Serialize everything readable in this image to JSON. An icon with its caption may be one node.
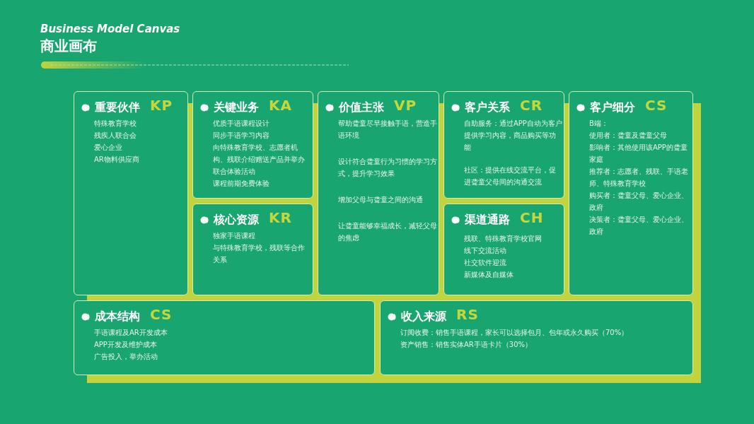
{
  "diagram": {
    "title": "商业画布",
    "labels": [
      "Business Model Canvas"
    ],
    "nodes": [
      {
        "text": [
          "重要伙伴",
          "KP",
          "特殊教育学校",
          "残疾人联合会",
          "爱心企业",
          "AR物料供应商"
        ]
      },
      {
        "text": [
          "关键业务",
          "KA",
          "优质手语课程设计",
          "同步手语学习内容",
          "向特殊教育学校、志愿者机构、残联介绍赠送产品并举办联合体验活动",
          "课程前期免费体验"
        ]
      },
      {
        "text": [
          "核心资源",
          "KR",
          "独家手语课程",
          "与特殊教育学校，残联等合作关系"
        ]
      },
      {
        "text": [
          "价值主张",
          "VP",
          "帮助聋童尽早接触手语，营造手语环境",
          "设计符合聋童行为习惯的学习方式，提升学习效果",
          "增加父母与聋童之间的沟通",
          "让聋童能够幸福成长，减轻父母的焦虑"
        ]
      },
      {
        "text": [
          "客户关系",
          "CR",
          "自助服务：通过APP自动为客户提供学习内容，商品购买等功能",
          "社区：提供在线交流平台，促进聋童父母间的沟通交流"
        ]
      },
      {
        "text": [
          "渠道通路",
          "CH",
          "残联、特殊教育学校官网",
          "线下交流活动",
          "社交软件迎流",
          "新媒体及自媒体"
        ]
      },
      {
        "text": [
          "客户细分",
          "CS",
          "B端：",
          "使用者：聋童及聋童父母",
          "影响者：其他使用该APP的聋童家庭",
          "推荐者：志愿者、残联、手语老师、特殊教育学校",
          "购买者：聋童父母、爱心企业、政府",
          "决策者：聋童父母、爱心企业、政府"
        ]
      },
      {
        "text": [
          "成本结构",
          "CS",
          "手语课程及AR开发成本",
          "APP开发及维护成本",
          "广告投入，举办活动"
        ]
      },
      {
        "text": [
          "收入来源",
          "RS",
          "订阅收费：销售手语课程，家长可以选择包月、包年或永久购买（70%）",
          "资产销售：销售实体AR手语卡片（30%）"
        ]
      }
    ]
  }
}
